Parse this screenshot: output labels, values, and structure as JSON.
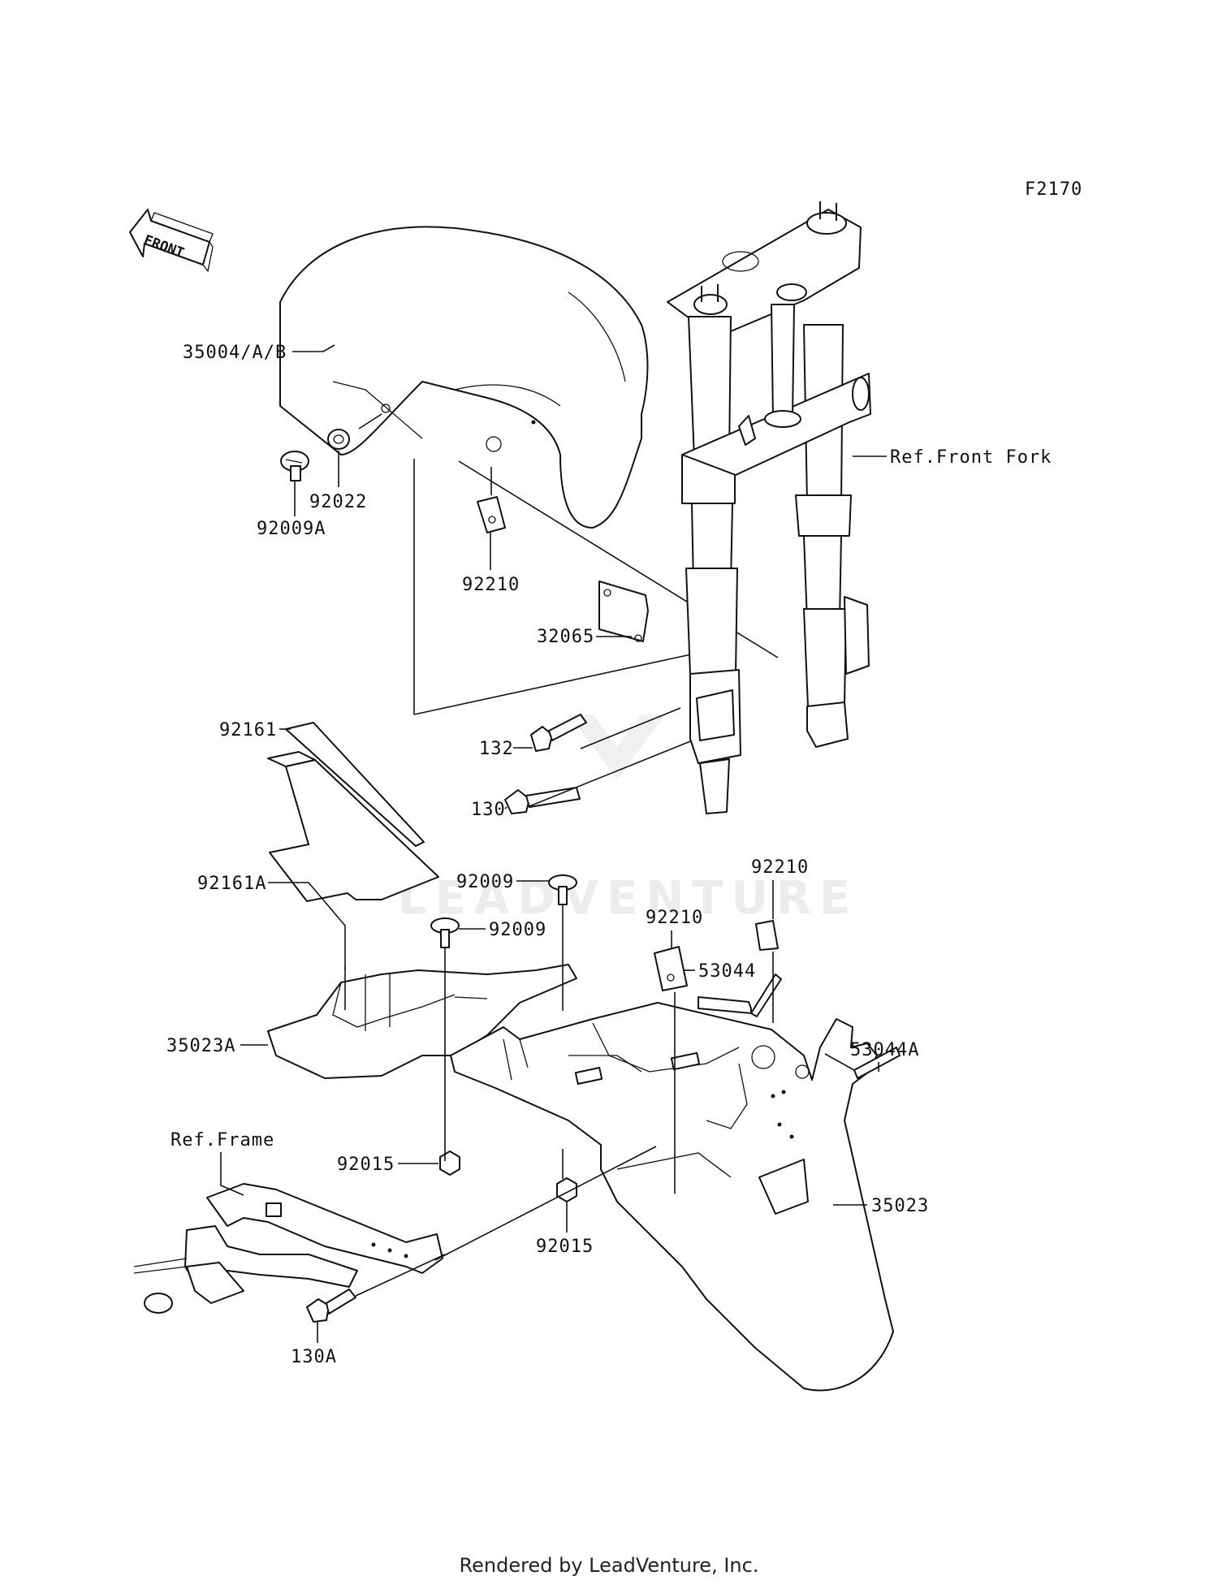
{
  "diagram_code": "F2170",
  "front_arrow_label": "FRONT",
  "watermark_text": "LEADVENTURE",
  "footer_text": "Rendered by LeadVenture, Inc.",
  "colors": {
    "line": "#111111",
    "background": "#ffffff",
    "watermark": "#ececec"
  },
  "labels": {
    "p35004": "35004/A/B",
    "p92022": "92022",
    "p92009A": "92009A",
    "p92210_top": "92210",
    "p32065": "32065",
    "p132": "132",
    "p130": "130",
    "ref_front_fork": "Ref.Front Fork",
    "p92161": "92161",
    "p92161A": "92161A",
    "p92009_a": "92009",
    "p92009_b": "92009",
    "p92210_a": "92210",
    "p92210_b": "92210",
    "p53044": "53044",
    "p53044A": "53044A",
    "p35023A": "35023A",
    "ref_frame": "Ref.Frame",
    "p92015_a": "92015",
    "p92015_b": "92015",
    "p35023": "35023",
    "p130A": "130A"
  }
}
